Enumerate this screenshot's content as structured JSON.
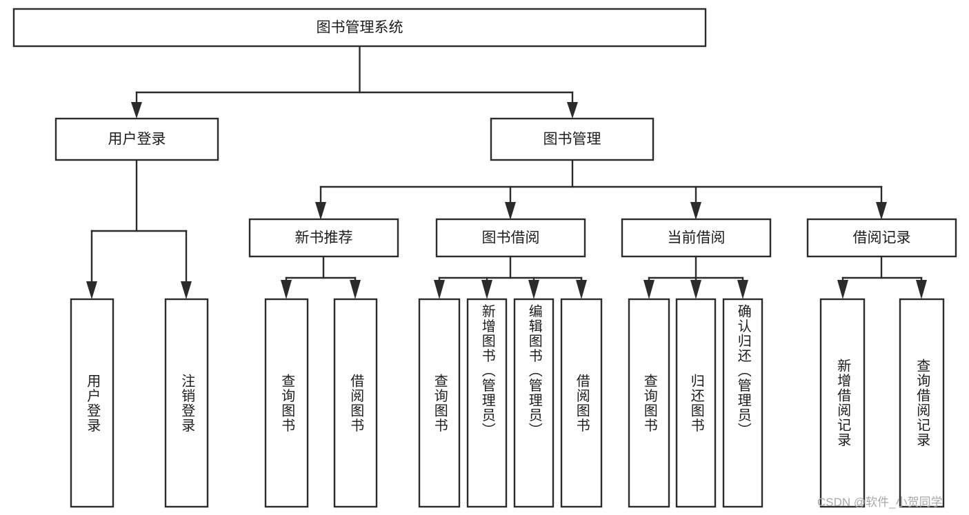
{
  "diagram": {
    "type": "tree-hierarchy",
    "title": "图书管理系统",
    "watermark": "CSDN @软件_小贺同学",
    "colors": {
      "stroke": "#2b2b2b",
      "fill": "#ffffff",
      "text": "#1d1d1d",
      "watermark": "#a8a8a8",
      "background": "#ffffff"
    },
    "levels": {
      "root": {
        "label": "图书管理系统",
        "orientation": "horizontal"
      },
      "level1": [
        {
          "id": "user-login",
          "label": "用户登录",
          "orientation": "horizontal"
        },
        {
          "id": "book-management",
          "label": "图书管理",
          "orientation": "horizontal"
        }
      ],
      "level2": [
        {
          "id": "new-book-recommend",
          "label": "新书推荐",
          "orientation": "horizontal",
          "parent": "book-management"
        },
        {
          "id": "book-borrow",
          "label": "图书借阅",
          "orientation": "horizontal",
          "parent": "book-management"
        },
        {
          "id": "current-borrow",
          "label": "当前借阅",
          "orientation": "horizontal",
          "parent": "book-management"
        },
        {
          "id": "borrow-record",
          "label": "借阅记录",
          "orientation": "horizontal",
          "parent": "book-management"
        }
      ],
      "leaves": [
        {
          "id": "leaf-user-login",
          "label": "用户登录",
          "orientation": "vertical",
          "parent": "user-login"
        },
        {
          "id": "leaf-user-logout",
          "label": "注销登录",
          "orientation": "vertical",
          "parent": "user-login"
        },
        {
          "id": "leaf-query-book-1",
          "label": "查询图书",
          "orientation": "vertical",
          "parent": "new-book-recommend"
        },
        {
          "id": "leaf-borrow-book-1",
          "label": "借阅图书",
          "orientation": "vertical",
          "parent": "new-book-recommend"
        },
        {
          "id": "leaf-query-book-2",
          "label": "查询图书",
          "orientation": "vertical",
          "parent": "book-borrow"
        },
        {
          "id": "leaf-add-book",
          "label": "新增图书（管理员）",
          "orientation": "vertical",
          "parent": "book-borrow"
        },
        {
          "id": "leaf-edit-book",
          "label": "编辑图书（管理员）",
          "orientation": "vertical",
          "parent": "book-borrow"
        },
        {
          "id": "leaf-borrow-book-2",
          "label": "借阅图书",
          "orientation": "vertical",
          "parent": "book-borrow"
        },
        {
          "id": "leaf-query-book-3",
          "label": "查询图书",
          "orientation": "vertical",
          "parent": "current-borrow"
        },
        {
          "id": "leaf-return-book",
          "label": "归还图书",
          "orientation": "vertical",
          "parent": "current-borrow"
        },
        {
          "id": "leaf-confirm-return",
          "label": "确认归还（管理员）",
          "orientation": "vertical",
          "parent": "current-borrow"
        },
        {
          "id": "leaf-add-record",
          "label": "新增借阅记录",
          "orientation": "vertical",
          "parent": "borrow-record"
        },
        {
          "id": "leaf-query-record",
          "label": "查询借阅记录",
          "orientation": "vertical",
          "parent": "borrow-record"
        }
      ]
    }
  }
}
